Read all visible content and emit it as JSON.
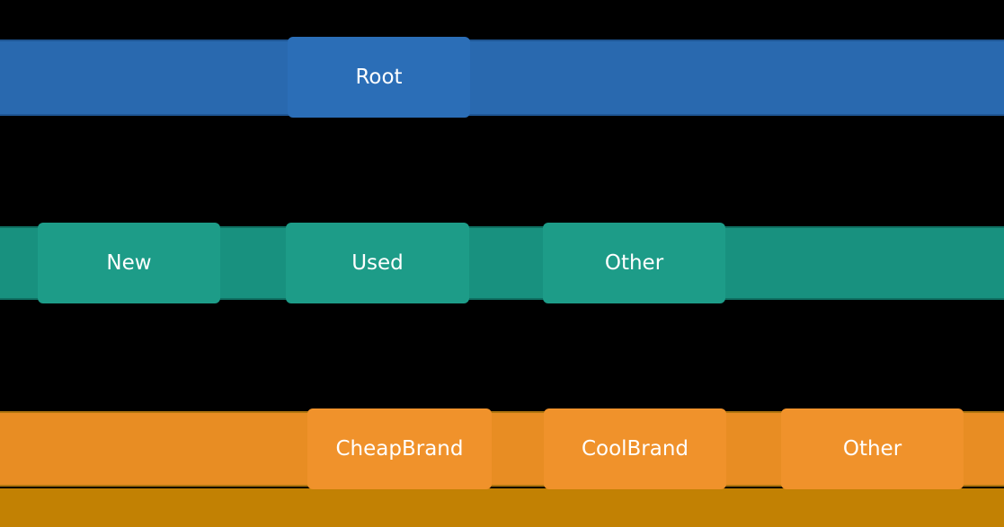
{
  "figure": {
    "type": "hierarchy-tree",
    "background": "#000000",
    "text_color": "#ffffff",
    "palette": {
      "level1_band": "#2969af",
      "level1_node": "#2b6eb7",
      "level2_band": "#18917f",
      "level2_node": "#1d9c88",
      "level3_band": "#e88d23",
      "level3_node": "#f0922b",
      "level4_band": "#c28103"
    },
    "levels": [
      {
        "name": "root-level",
        "nodes": [
          {
            "label": "Root"
          }
        ]
      },
      {
        "name": "type-level",
        "nodes": [
          {
            "label": "New"
          },
          {
            "label": "Used"
          },
          {
            "label": "Other"
          }
        ]
      },
      {
        "name": "brand-level",
        "nodes": [
          {
            "label": "CheapBrand"
          },
          {
            "label": "CoolBrand"
          },
          {
            "label": "Other"
          }
        ]
      },
      {
        "name": "leaf-level",
        "nodes": []
      }
    ]
  }
}
